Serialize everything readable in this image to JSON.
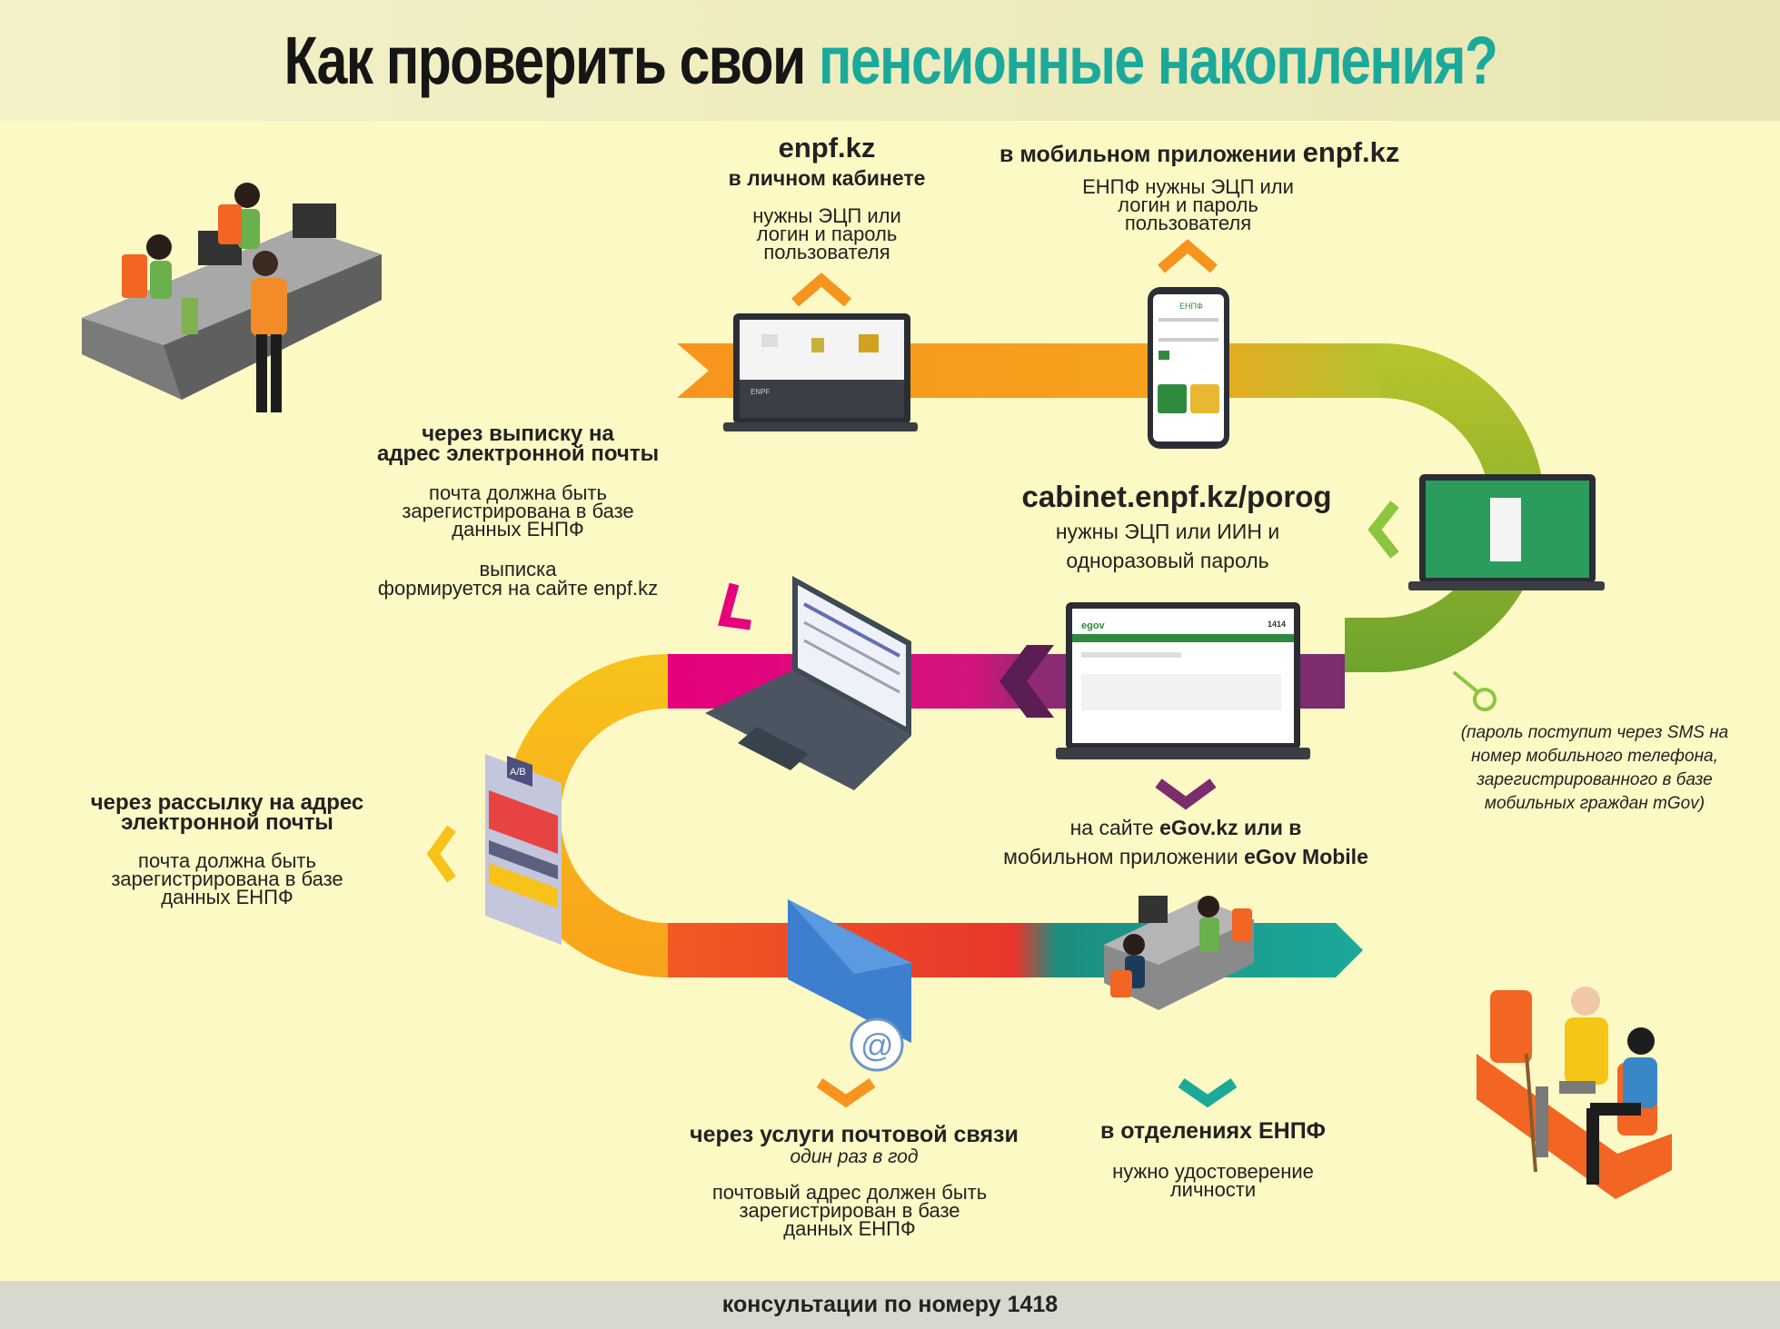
{
  "title": {
    "part1": "Как проверить свои ",
    "part2": "пенсионные накопления?"
  },
  "footer": "консультации по номеру 1418",
  "colors": {
    "teal": "#1ba99a",
    "orange": "#f7941d",
    "green": "#8cc63f",
    "purple": "#7b2d6e",
    "magenta": "#e6007e",
    "yellow": "#f7c31b",
    "red": "#ee4036"
  },
  "icons": [
    "office-counter-illustration",
    "laptop-enpf-icon",
    "smartphone-app-icon",
    "laptop-porog-icon",
    "laptop-egov-icon",
    "laptop-statement-icon",
    "newsletter-document-icon",
    "envelope-email-icon",
    "enpf-branch-office-illustration",
    "pensioners-illustration"
  ],
  "enpf_site": {
    "heading": "enpf.kz",
    "subheading": "в личном кабинете",
    "line1": "нужны ЭЦП или",
    "line2": "логин и пароль",
    "line3": "пользователя"
  },
  "mobile_app": {
    "heading_prefix": "в мобильном приложении",
    "heading_suffix": "enpf.kz",
    "line1": "ЕНПФ нужны ЭЦП или",
    "line2": "логин и пароль",
    "line3": "пользователя"
  },
  "porog": {
    "heading": "cabinet.enpf.kz/porog",
    "line1": "нужны ЭЦП или ИИН и",
    "line2": "одноразовый пароль"
  },
  "sms_note": {
    "line1": "(пароль поступит через SMS на",
    "line2": "номер мобильного телефона,",
    "line3": "зарегистрированного в базе",
    "line4": "мобильных граждан mGov)"
  },
  "statement_email": {
    "heading1": "через выписку на",
    "heading2": "адрес электронной почты",
    "line1": "почта должна быть",
    "line2": "зарегистрирована в базе",
    "line3": "данных ЕНПФ",
    "line4": "выписка",
    "line5": "формируется на сайте enpf.kz"
  },
  "egov": {
    "l1_prefix": "на сайте ",
    "l1_bold": "eGov.kz или в",
    "l2_prefix": "мобильном приложении ",
    "l2_bold": "eGov Mobile"
  },
  "newsletter": {
    "heading1": "через рассылку на адрес",
    "heading2": "электронной почты",
    "line1": "почта должна быть",
    "line2": "зарегистрирована в базе",
    "line3": "данных ЕНПФ"
  },
  "postal": {
    "heading": "через услуги почтовой связи",
    "subheading": "один раз в год",
    "line1": "почтовый адрес должен быть",
    "line2": "зарегистрирован в базе",
    "line3": "данных ЕНПФ"
  },
  "branch": {
    "heading": "в отделениях ЕНПФ",
    "line1": "нужно удостоверение",
    "line2": "личности"
  },
  "mockups": {
    "laptop1_logo": "ENPF",
    "phone_header": "ЕНПФ",
    "egov_logo": "egov",
    "egov_phone": "1414",
    "envelope_at": "@",
    "newsletter_label": "A/B"
  }
}
